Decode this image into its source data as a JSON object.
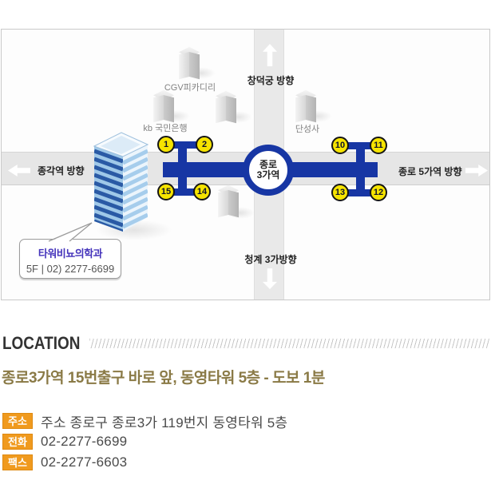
{
  "map": {
    "direction_north": "창덕궁 방향",
    "direction_west": "종각역 방향",
    "direction_east": "종로 5가역 방향",
    "direction_south": "청계 3가방향",
    "station_line1": "종로",
    "station_line2": "3가역",
    "buildings": [
      {
        "label": "CGV피카디리"
      },
      {
        "label": "kb 국민은행"
      },
      {
        "label": "단성사"
      }
    ],
    "exits_left": [
      "1",
      "2",
      "15",
      "14"
    ],
    "exits_right": [
      "10",
      "11",
      "13",
      "12"
    ],
    "tooltip": {
      "title": "타워비뇨의학과",
      "info": "5F | 02) 2277-6699"
    },
    "colors": {
      "line_blue": "#1736a4",
      "exit_yellow": "#f6e400",
      "road_gray": "#e7e7e7"
    }
  },
  "location": {
    "heading": "LOCATION",
    "subtitle": "종로3가역 15번출구 바로 앞, 동영타워 5층 - 도보 1분",
    "rows": [
      {
        "label": "주소",
        "value": "주소 종로구 종로3가 119번지 동영타워 5층"
      },
      {
        "label": "전화",
        "value": "02-2277-6699"
      },
      {
        "label": "팩스",
        "value": "02-2277-6603"
      }
    ]
  }
}
